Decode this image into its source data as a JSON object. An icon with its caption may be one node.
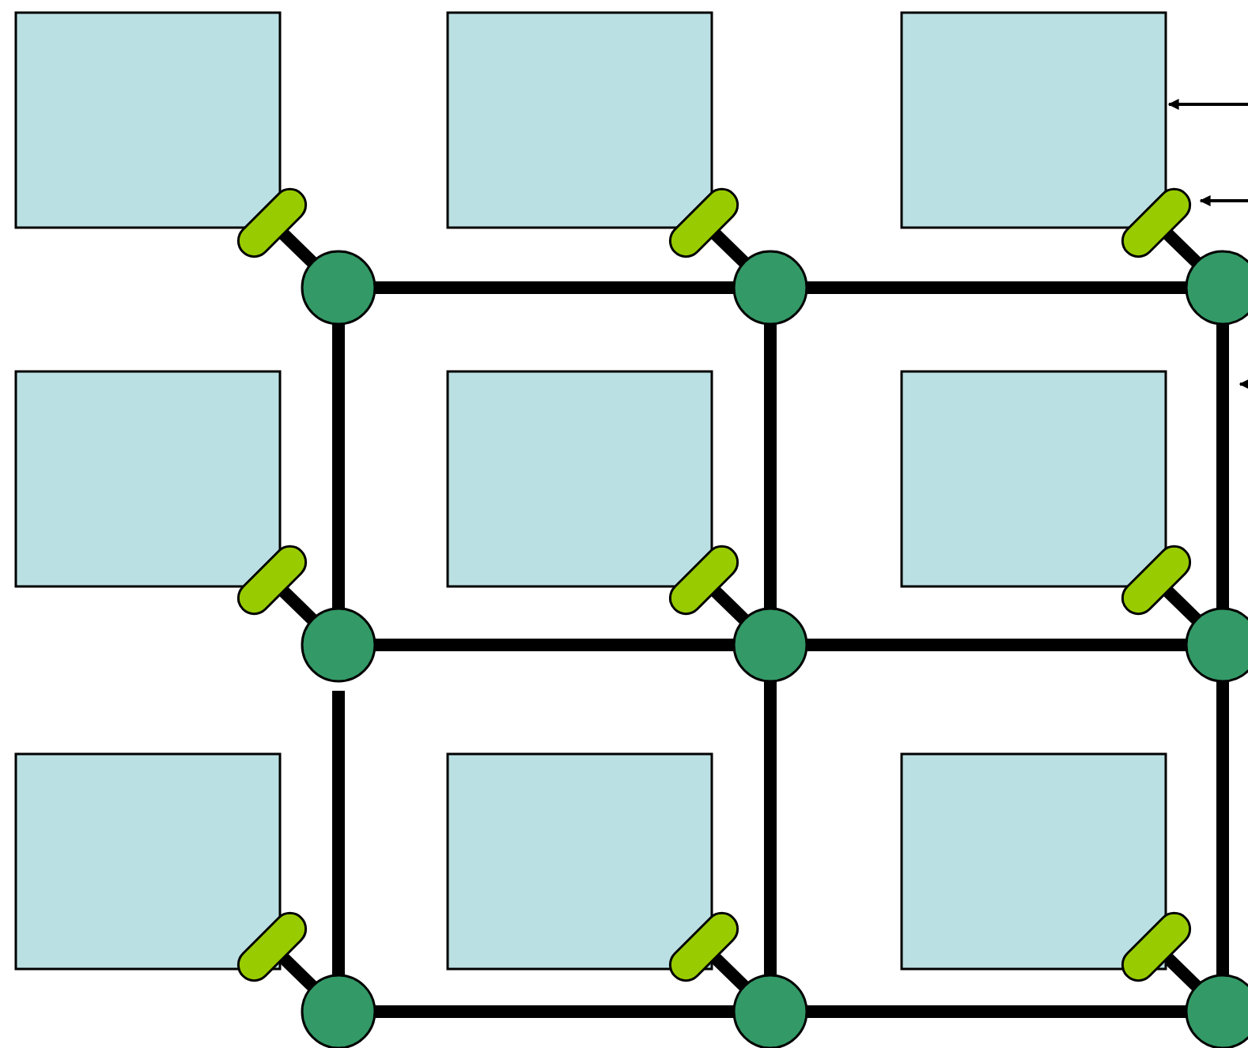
{
  "diagram": {
    "nodes": [
      {
        "text": [],
        "shape": "box"
      },
      {
        "text": [],
        "shape": "bar"
      },
      {
        "text": [],
        "shape": "circle"
      },
      {
        "text": [],
        "shape": "box"
      },
      {
        "text": [],
        "shape": "bar"
      },
      {
        "text": [],
        "shape": "circle"
      },
      {
        "text": [],
        "shape": "box"
      },
      {
        "text": [],
        "shape": "bar"
      },
      {
        "text": [],
        "shape": "circle"
      },
      {
        "text": [],
        "shape": "box"
      },
      {
        "text": [],
        "shape": "bar"
      },
      {
        "text": [],
        "shape": "circle"
      },
      {
        "text": [],
        "shape": "box"
      },
      {
        "text": [],
        "shape": "bar"
      },
      {
        "text": [],
        "shape": "circle"
      },
      {
        "text": [],
        "shape": "box"
      },
      {
        "text": [],
        "shape": "bar"
      },
      {
        "text": [],
        "shape": "circle"
      },
      {
        "text": [],
        "shape": "box"
      },
      {
        "text": [],
        "shape": "bar"
      },
      {
        "text": [],
        "shape": "circle"
      },
      {
        "text": [],
        "shape": "box"
      },
      {
        "text": [],
        "shape": "bar"
      },
      {
        "text": [],
        "shape": "circle"
      },
      {
        "text": [],
        "shape": "box"
      },
      {
        "text": [],
        "shape": "bar"
      },
      {
        "text": [],
        "shape": "circle"
      }
    ],
    "edges": [
      {
        "from": 1,
        "to": 2,
        "arrow": "none"
      },
      {
        "from": 4,
        "to": 5,
        "arrow": "none"
      },
      {
        "from": 7,
        "to": 8,
        "arrow": "none"
      },
      {
        "from": 10,
        "to": 11,
        "arrow": "none"
      },
      {
        "from": 13,
        "to": 14,
        "arrow": "none"
      },
      {
        "from": 16,
        "to": 17,
        "arrow": "none"
      },
      {
        "from": 19,
        "to": 20,
        "arrow": "none"
      },
      {
        "from": 22,
        "to": 23,
        "arrow": "none"
      },
      {
        "from": 25,
        "to": 26,
        "arrow": "none"
      },
      {
        "from": 2,
        "to": 5,
        "arrow": "none"
      },
      {
        "from": 5,
        "to": 8,
        "arrow": "none"
      },
      {
        "from": 11,
        "to": 14,
        "arrow": "none"
      },
      {
        "from": 14,
        "to": 17,
        "arrow": "none"
      },
      {
        "from": 20,
        "to": 23,
        "arrow": "none"
      },
      {
        "from": 23,
        "to": 26,
        "arrow": "none"
      },
      {
        "from": 2,
        "to": 11,
        "arrow": "none"
      },
      {
        "from": 11,
        "to": 20,
        "arrow": "none"
      },
      {
        "from": 5,
        "to": 14,
        "arrow": "none"
      },
      {
        "from": 14,
        "to": 23,
        "arrow": "none"
      },
      {
        "from": 8,
        "to": 17,
        "arrow": "none"
      },
      {
        "from": 17,
        "to": 26,
        "arrow": "none"
      },
      {
        "from": null,
        "to": 6,
        "arrow": "to"
      },
      {
        "from": null,
        "to": 7,
        "arrow": "to"
      }
    ]
  }
}
